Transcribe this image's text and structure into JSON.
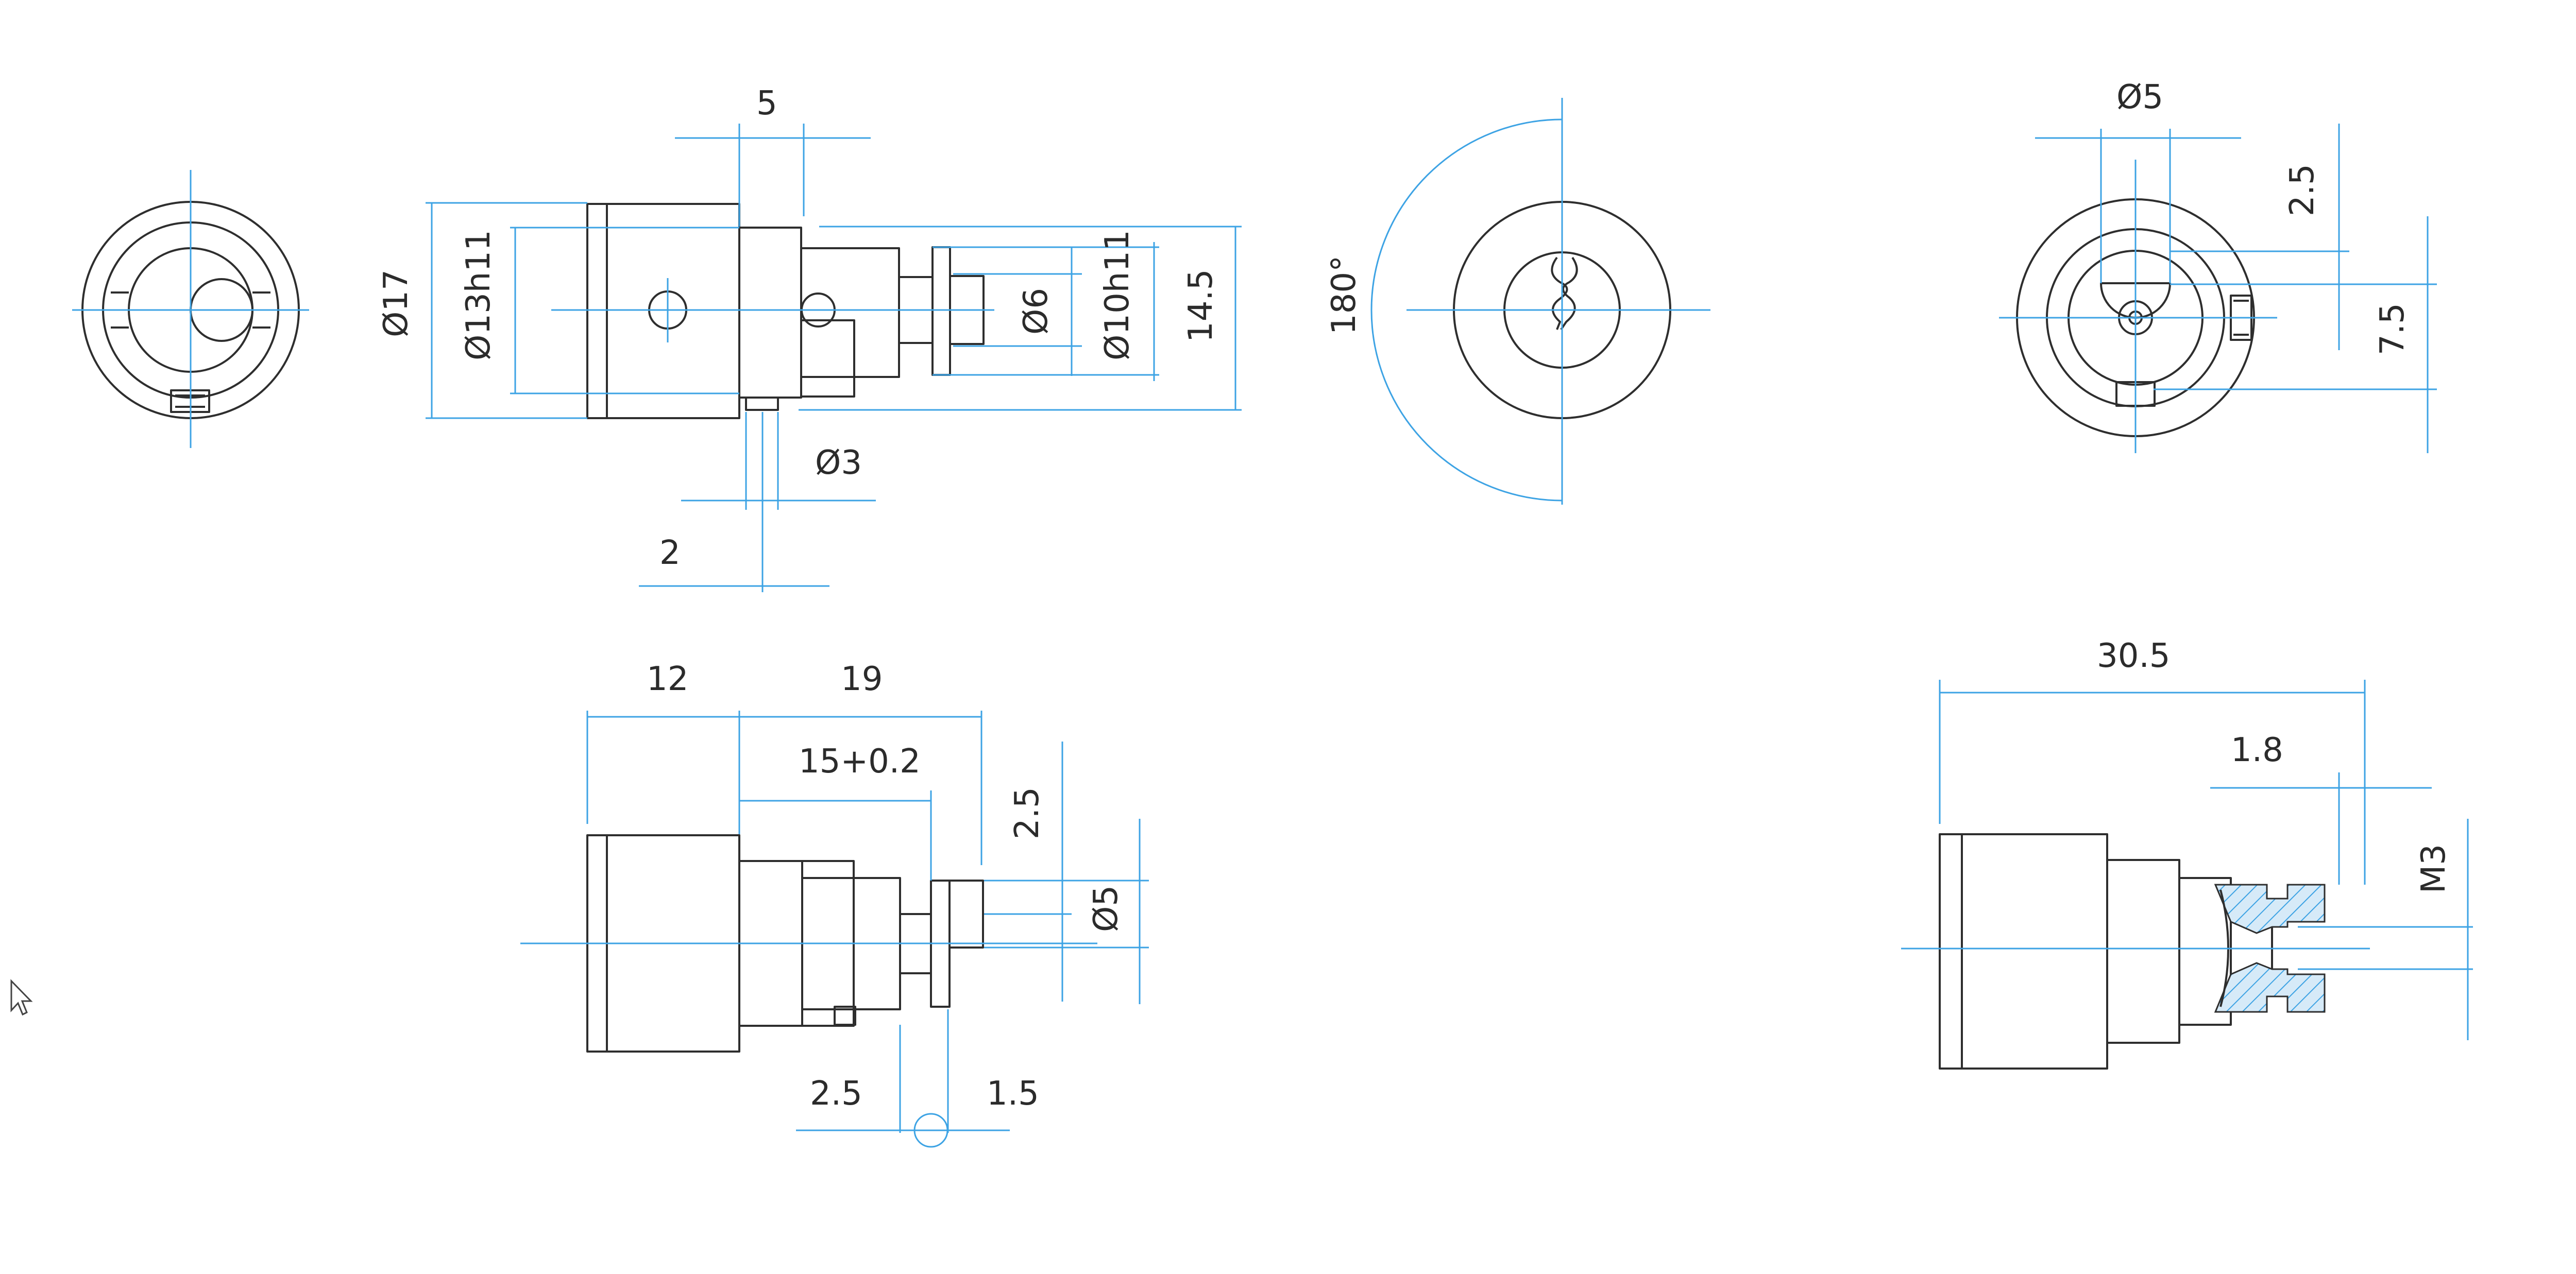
{
  "colors": {
    "part_line": "#2e2e2e",
    "dimension_line": "#3da3e4",
    "background": "#ffffff",
    "hatch": "#3da3e4"
  },
  "icons": {
    "cursor": "mouse-pointer-icon"
  },
  "views": {
    "end_view_left": {},
    "side_view_top": {
      "dims": {
        "d5": "5",
        "d17": "Ø17",
        "d13h11": "Ø13h11",
        "d6": "Ø6",
        "d10h11": "Ø10h11",
        "d145": "14.5",
        "d3": "Ø3",
        "d2": "2"
      }
    },
    "key_front_view": {
      "dims": {
        "angle": "180°"
      }
    },
    "end_view_right": {
      "dims": {
        "d5": "Ø5",
        "d25": "2.5",
        "d75": "7.5"
      }
    },
    "side_view_bottom": {
      "dims": {
        "d12": "12",
        "d19": "19",
        "d15": "15+0.2",
        "d25": "2.5",
        "d5": "Ø5",
        "d25b": "2.5",
        "d15b": "1.5"
      }
    },
    "section_view": {
      "dims": {
        "d305": "30.5",
        "d18": "1.8",
        "m3": "M3"
      }
    }
  }
}
